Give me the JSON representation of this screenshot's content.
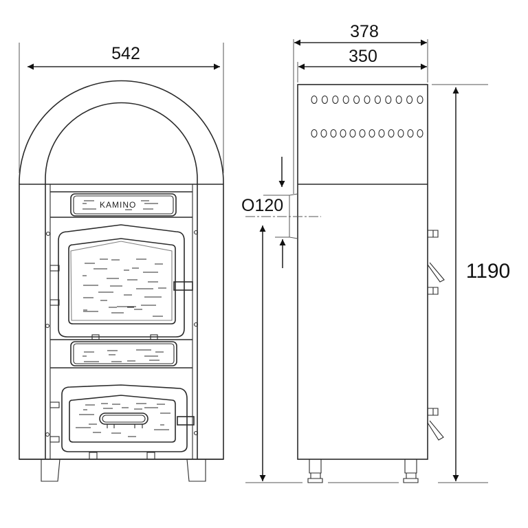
{
  "front_view": {
    "brand_plate": "KAMINO",
    "width_label": "542"
  },
  "side_view": {
    "depth_outer_label": "378",
    "depth_inner_label": "350",
    "height_label": "1190",
    "flue_label": "O120"
  }
}
